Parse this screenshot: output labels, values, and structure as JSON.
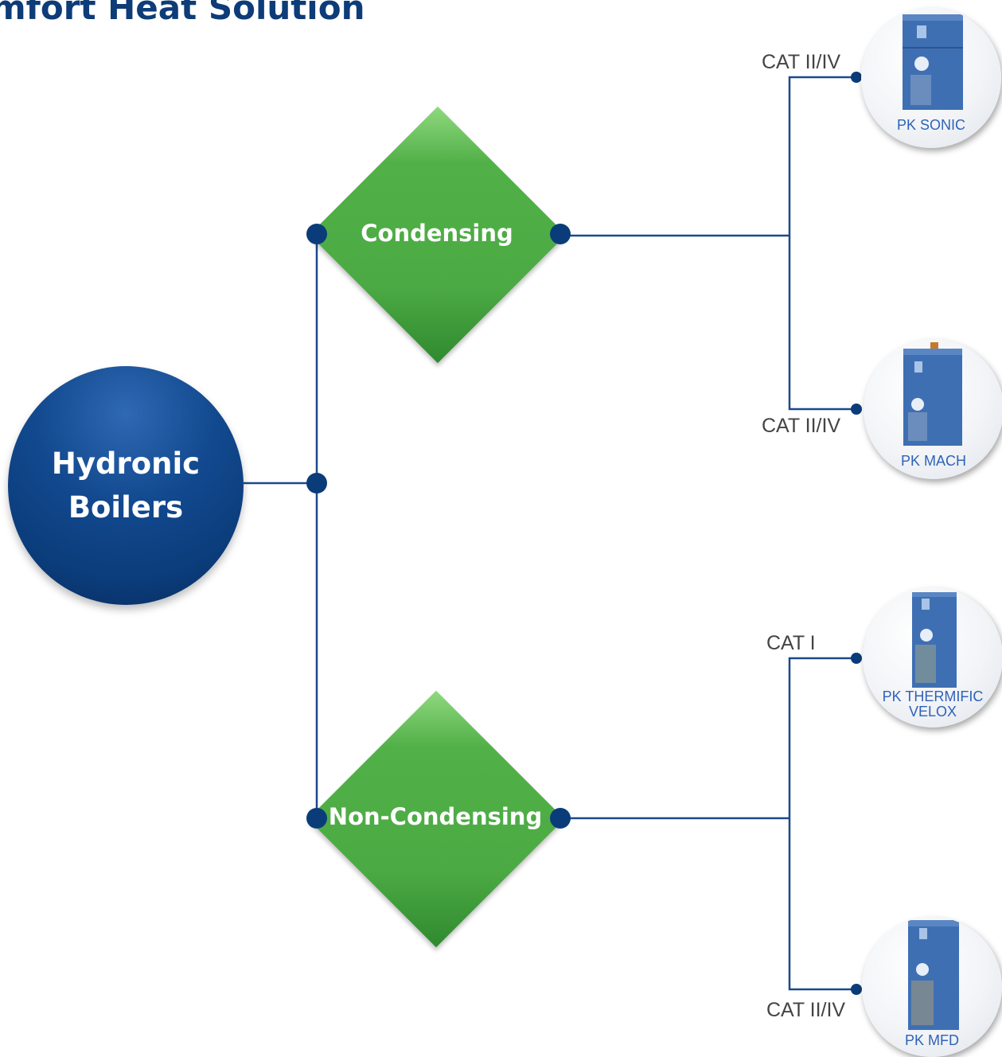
{
  "title": "omfort Heat Solution",
  "hub": {
    "label": "Hydronic Boilers"
  },
  "categories": [
    {
      "label": "Condensing"
    },
    {
      "label": "Non-Condensing"
    }
  ],
  "products": [
    {
      "cat": "CAT II/IV",
      "name": "PK SONIC"
    },
    {
      "cat": "CAT II/IV",
      "name": "PK  MACH"
    },
    {
      "cat": "CAT I",
      "name_line1": "PK  THERMIFIC",
      "name_line2": "VELOX"
    },
    {
      "cat": "CAT II/IV",
      "name": "PK  MFD"
    }
  ],
  "colors": {
    "accent_blue": "#0d3c78",
    "green": "#4caa44",
    "label_blue": "#2e63b8"
  }
}
